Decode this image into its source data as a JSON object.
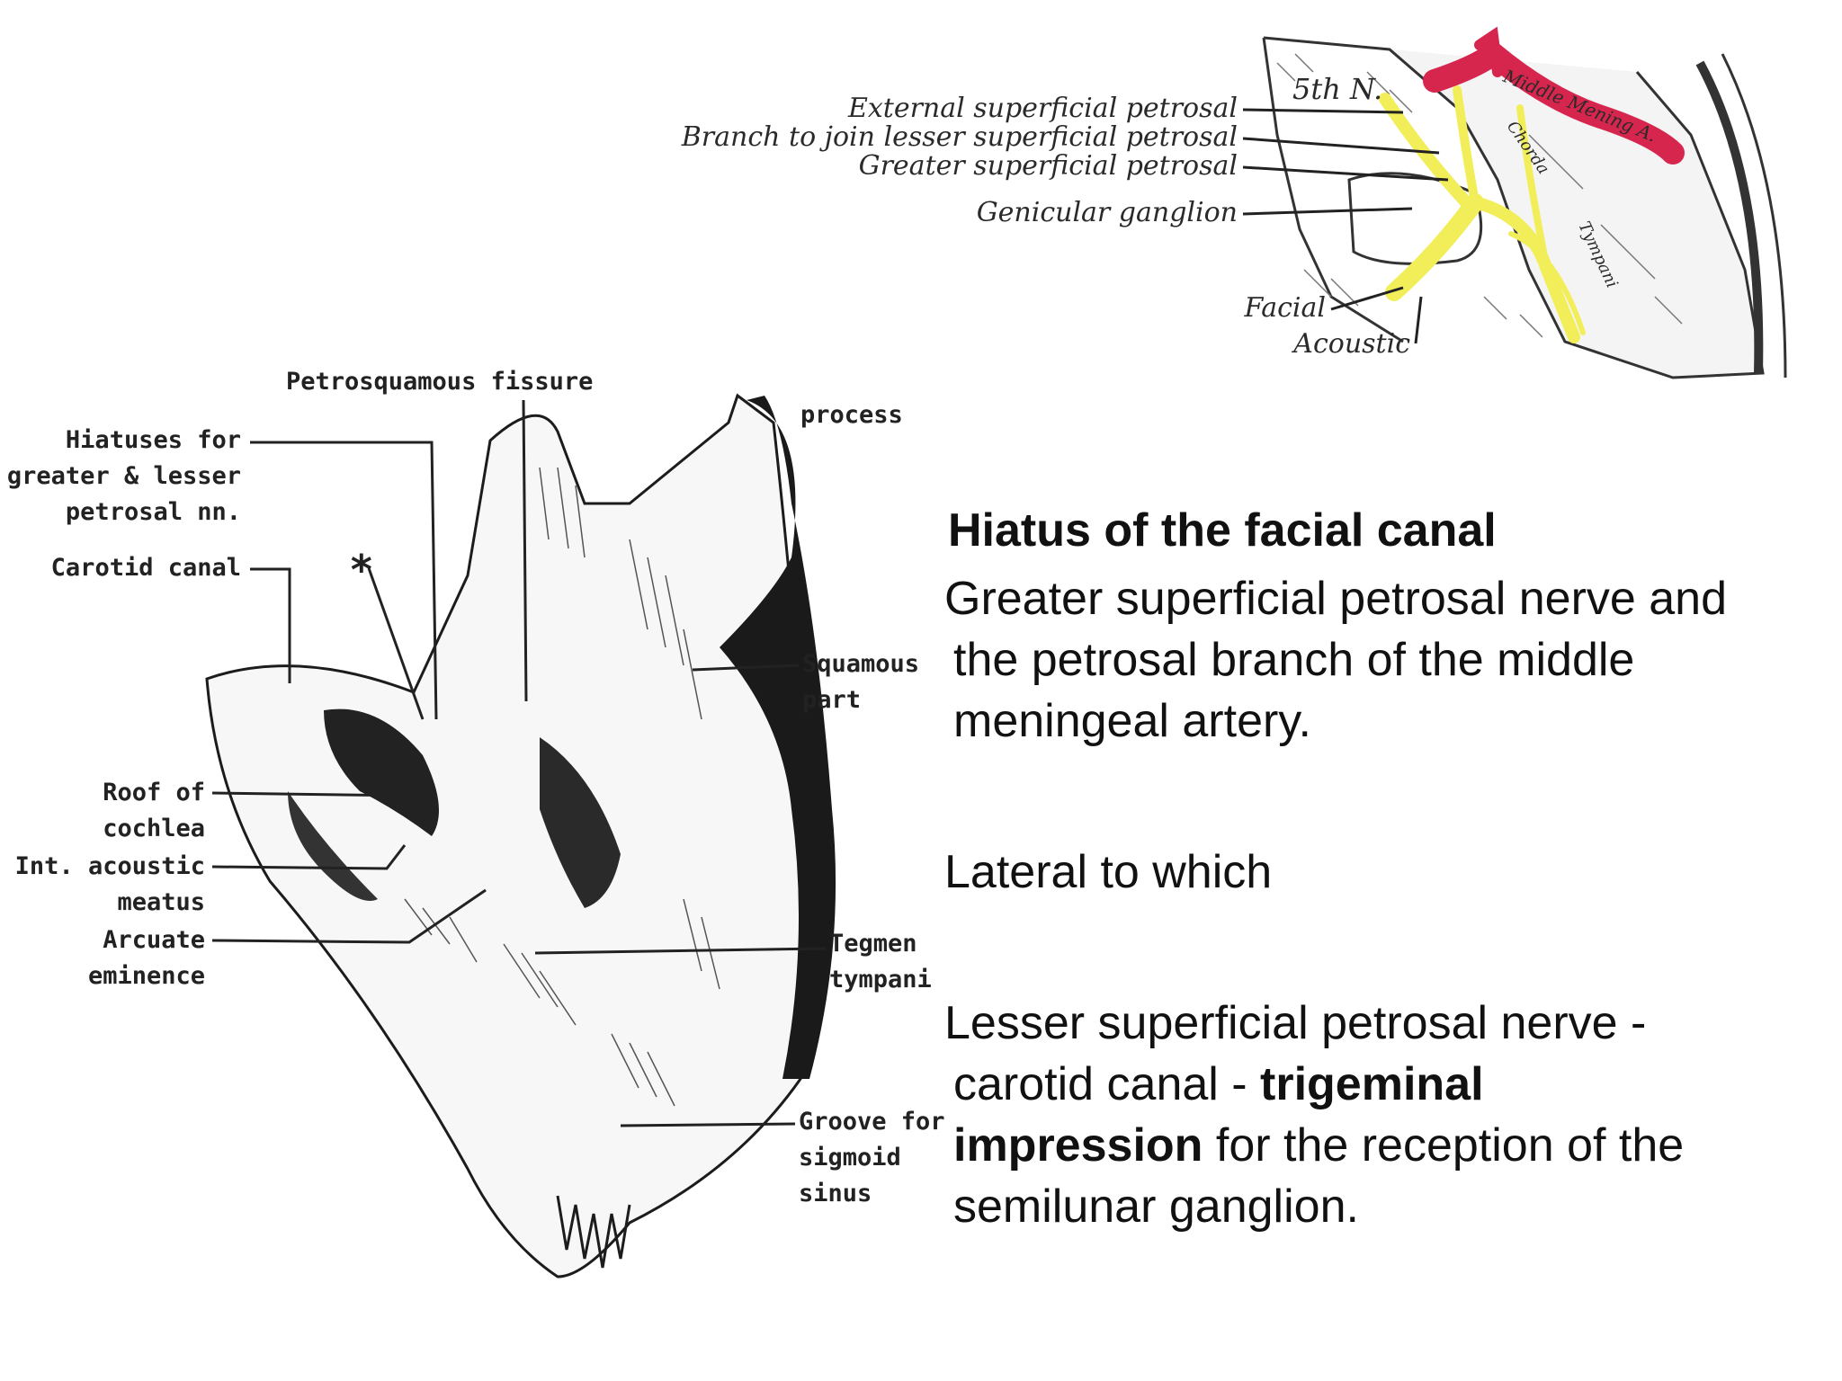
{
  "top_figure": {
    "labels": {
      "external_superficial_petrosal": "External superficial petrosal",
      "branch_to_join": "Branch to join lesser superficial petrosal",
      "greater_superficial_petrosal": "Greater superficial petrosal",
      "geniculate_ganglion": "Genicular ganglion",
      "facial": "Facial",
      "acoustic": "Acoustic",
      "fifth_nerve": "5th N.",
      "middle_meningeal": "Middle Mening A.",
      "chorda": "Chorda",
      "tympani": "Tympani"
    },
    "colors": {
      "nerve": "#f2ee5a",
      "artery": "#d6264e"
    }
  },
  "left_figure": {
    "labels": {
      "petrosquamous_fissure": "Petrosquamous fissure",
      "hiatuses_line1": "Hiatuses for",
      "hiatuses_line2": "greater & lesser",
      "hiatuses_line3": "petrosal nn.",
      "carotid_canal": "Carotid canal",
      "asterisk": "*",
      "roof_line1": "Roof of",
      "roof_line2": "cochlea",
      "int_acoustic_line1": "Int. acoustic",
      "int_acoustic_line2": "meatus",
      "arcuate_line1": "Arcuate",
      "arcuate_line2": "eminence",
      "process": "process",
      "squamous_line1": "Squamous",
      "squamous_line2": "part",
      "tegmen_line1": "Tegmen",
      "tegmen_line2": "tympani",
      "groove_line1": "Groove for",
      "groove_line2": "sigmoid",
      "groove_line3": "sinus"
    }
  },
  "text": {
    "heading": "Hiatus of the facial canal",
    "para1_line1": "Greater superficial petrosal nerve and",
    "para1_line2": "the petrosal branch of the middle",
    "para1_line3": "meningeal artery.",
    "para2": "Lateral to which",
    "para3_a": "Lesser superficial petrosal nerve -",
    "para3_b": "carotid canal - ",
    "para3_bold1": "trigeminal",
    "para3_bold2": "impression",
    "para3_c": " for the reception of the",
    "para3_d": "semilunar ganglion."
  }
}
